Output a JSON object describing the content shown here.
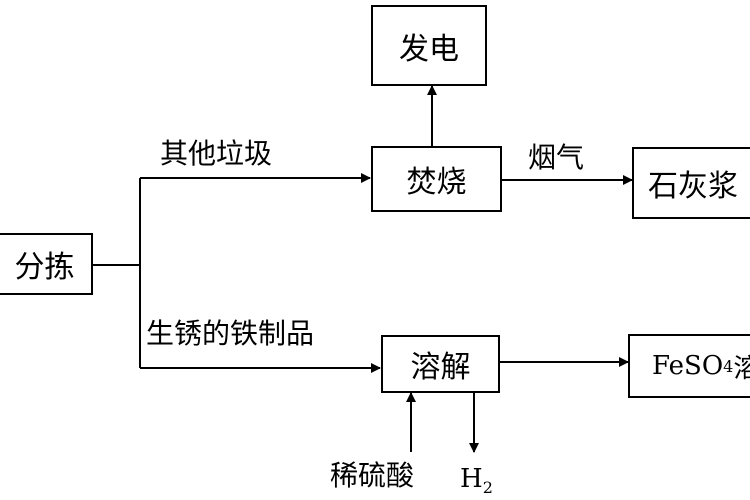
{
  "boxes": {
    "sort": "分拣",
    "power": "发电",
    "incinerate": "焚烧",
    "limewater": "石灰浆",
    "dissolve": "溶解",
    "feso4": {
      "formula": "FeSO",
      "sub": "4",
      "tail": "溶"
    }
  },
  "labels": {
    "other_waste": "其他垃圾",
    "flue_gas": "烟气",
    "rusty_iron": "生锈的铁制品",
    "dilute_acid": "稀硫酸",
    "hydrogen": {
      "symbol": "H",
      "sub": "2"
    }
  }
}
